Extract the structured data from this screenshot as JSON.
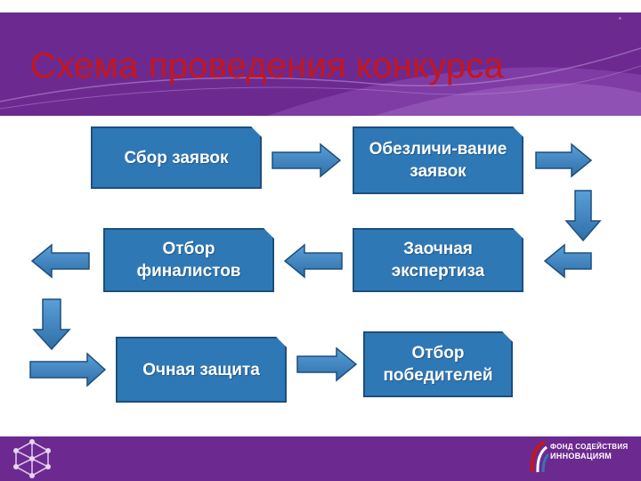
{
  "slide": {
    "number": "*",
    "title": "Схема проведения конкурса"
  },
  "boxes": {
    "collect": "Сбор заявок",
    "anonymize": "Обезличи-вание заявок",
    "select_finalists": "Отбор финалистов",
    "remote_expertise": "Заочная экспертиза",
    "in_person_defense": "Очная защита",
    "select_winners": "Отбор победителей"
  },
  "logo": {
    "line1": "ФОНД СОДЕЙСТВИЯ",
    "line2": "ИННОВАЦИЯМ"
  },
  "colors": {
    "purple": "#6c2a91",
    "title_red": "#c4161c",
    "box_blue": "#2f78b6",
    "arrow_blue": "#3d86c6"
  }
}
